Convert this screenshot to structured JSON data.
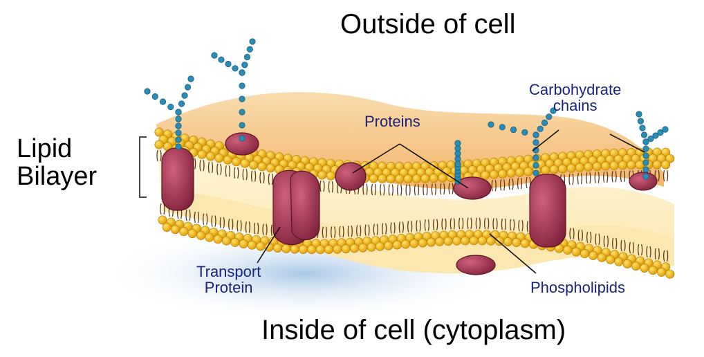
{
  "title_outside": "Outside of cell",
  "title_inside": "Inside of cell (cytoplasm)",
  "labels": {
    "lipid_bilayer_line1": "Lipid",
    "lipid_bilayer_line2": "Bilayer",
    "proteins": "Proteins",
    "carbohydrate_line1": "Carbohydrate",
    "carbohydrate_line2": "chains",
    "transport_line1": "Transport",
    "transport_line2": "Protein",
    "phospholipids": "Phospholipids"
  },
  "colors": {
    "label_text": "#1a237e",
    "membrane_top": "#f6c98f",
    "phospholipid_head": "#f5b800",
    "protein": "#9b2f4a",
    "carbohydrate": "#2a8db5",
    "shadow": "#c9def0"
  }
}
